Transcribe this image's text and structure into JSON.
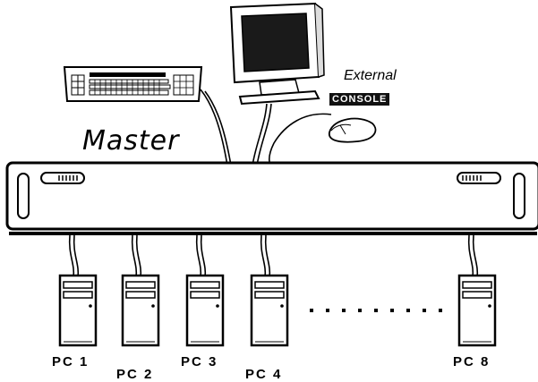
{
  "labels": {
    "master": "Master",
    "external": "External",
    "console": "CONSOLE"
  },
  "pcs": [
    {
      "label": "PC 1"
    },
    {
      "label": "PC 2"
    },
    {
      "label": "PC 3"
    },
    {
      "label": "PC 4"
    },
    {
      "label": "PC 8"
    }
  ],
  "ellipsis": "........"
}
